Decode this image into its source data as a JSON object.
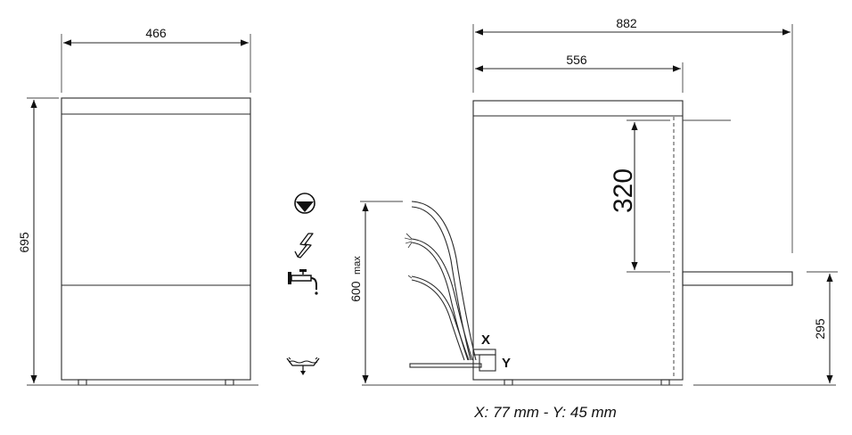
{
  "front_view": {
    "width_label": "466",
    "height_label": "695"
  },
  "side_view": {
    "depth_open_label": "882",
    "depth_label": "556",
    "door_label": "320",
    "hose_height_label": "600",
    "hose_height_unit": "max",
    "foot_height_label": "295",
    "x_label": "X",
    "y_label": "Y"
  },
  "icons": [
    "drain-icon",
    "electric-icon",
    "water-tap-icon",
    "water-basin-icon"
  ],
  "caption": "X: 77 mm - Y: 45 mm"
}
